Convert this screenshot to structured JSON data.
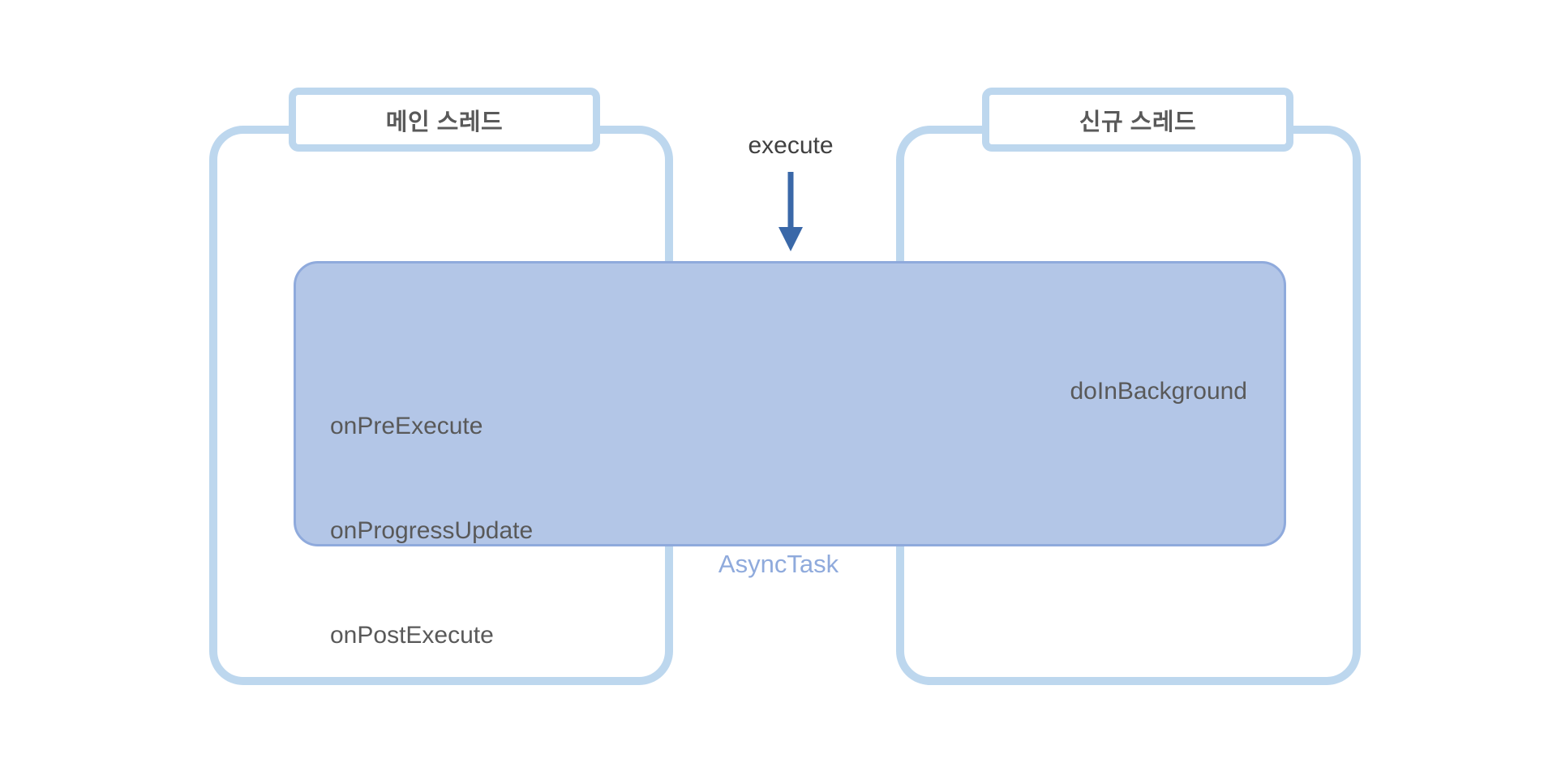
{
  "diagram": {
    "title_main_thread": "메인 스레드",
    "title_worker_thread": "신규 스레드",
    "execute_label": "execute",
    "asynctask_caption": "AsyncTask",
    "main_thread_callbacks": [
      "onPreExecute",
      "onProgressUpdate",
      "onPostExecute"
    ],
    "worker_thread_callback": "doInBackground",
    "colors": {
      "lane_border": "#bdd7ee",
      "asynctask_fill": "#b3c6e7",
      "asynctask_border": "#8faadc",
      "caption_text": "#8faadc",
      "body_text": "#595959",
      "arrow": "#3a68a8",
      "background": "#ffffff"
    }
  }
}
